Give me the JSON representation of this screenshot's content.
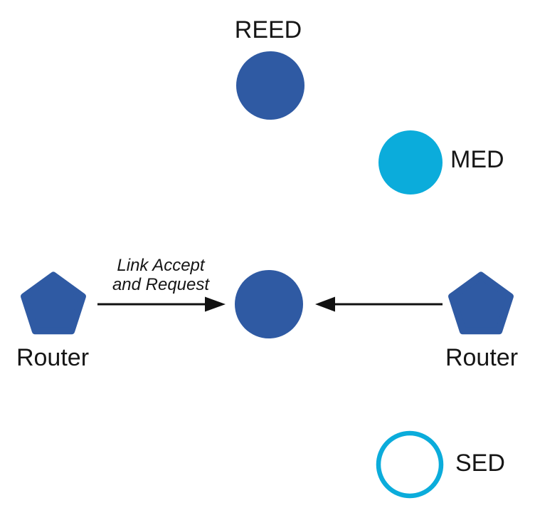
{
  "diagram": {
    "background": "#ffffff",
    "colors": {
      "router_blue": "#2f5aa3",
      "device_cyan": "#0bacdb",
      "arrow_black": "#111111",
      "label_text": "#161616"
    },
    "nodes": {
      "reed": {
        "label": "REED",
        "shape": "circle",
        "style": "filled-blue"
      },
      "med": {
        "label": "MED",
        "shape": "circle",
        "style": "filled-cyan"
      },
      "sed": {
        "label": "SED",
        "shape": "circle",
        "style": "outlined-cyan"
      },
      "center_node": {
        "label": "",
        "shape": "circle",
        "style": "filled-blue"
      },
      "router_left": {
        "label": "Router",
        "shape": "pentagon",
        "style": "filled-blue"
      },
      "router_right": {
        "label": "Router",
        "shape": "pentagon",
        "style": "filled-blue"
      }
    },
    "edges": [
      {
        "from": "router_left",
        "to": "center_node",
        "label_line1": "Link Accept",
        "label_line2": "and Request"
      },
      {
        "from": "router_right",
        "to": "center_node",
        "label_line1": "",
        "label_line2": ""
      }
    ]
  }
}
